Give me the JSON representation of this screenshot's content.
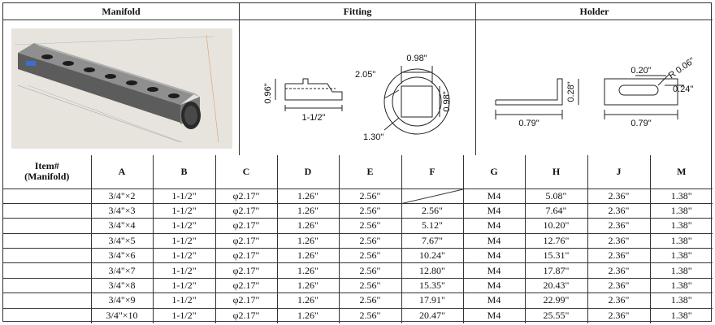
{
  "panels": {
    "manifold": {
      "title": "Manifold"
    },
    "fitting": {
      "title": "Fitting",
      "dims": {
        "height": "0.96\"",
        "length": "1-1/2\"",
        "outer": "2.05\"",
        "top": "0.98\"",
        "side": "0.98\"",
        "bottom": "1.30\""
      }
    },
    "holder": {
      "title": "Holder",
      "dims": {
        "height": "0.28\"",
        "length_left": "0.79\"",
        "slot": "0.20\"",
        "radius": "R 0.06\"",
        "slot_h": "0.24\"",
        "length_right": "0.79\""
      }
    }
  },
  "table": {
    "headers": [
      "Item#\n(Manifold)",
      "A",
      "B",
      "C",
      "D",
      "E",
      "F",
      "G",
      "H",
      "J",
      "M"
    ],
    "rows": [
      [
        "",
        "3/4\"×2",
        "1-1/2\"",
        "φ2.17\"",
        "1.26\"",
        "2.56\"",
        "",
        "M4",
        "5.08\"",
        "2.36\"",
        "1.38\""
      ],
      [
        "",
        "3/4\"×3",
        "1-1/2\"",
        "φ2.17\"",
        "1.26\"",
        "2.56\"",
        "2.56\"",
        "M4",
        "7.64\"",
        "2.36\"",
        "1.38\""
      ],
      [
        "",
        "3/4\"×4",
        "1-1/2\"",
        "φ2.17\"",
        "1.26\"",
        "2.56\"",
        "5.12\"",
        "M4",
        "10.20\"",
        "2.36\"",
        "1.38\""
      ],
      [
        "",
        "3/4\"×5",
        "1-1/2\"",
        "φ2.17\"",
        "1.26\"",
        "2.56\"",
        "7.67\"",
        "M4",
        "12.76\"",
        "2.36\"",
        "1.38\""
      ],
      [
        "",
        "3/4\"×6",
        "1-1/2\"",
        "φ2.17\"",
        "1.26\"",
        "2.56\"",
        "10.24\"",
        "M4",
        "15.31\"",
        "2.36\"",
        "1.38\""
      ],
      [
        "",
        "3/4\"×7",
        "1-1/2\"",
        "φ2.17\"",
        "1.26\"",
        "2.56\"",
        "12.80\"",
        "M4",
        "17.87\"",
        "2.36\"",
        "1.38\""
      ],
      [
        "",
        "3/4\"×8",
        "1-1/2\"",
        "φ2.17\"",
        "1.26\"",
        "2.56\"",
        "15.35\"",
        "M4",
        "20.43\"",
        "2.36\"",
        "1.38\""
      ],
      [
        "",
        "3/4\"×9",
        "1-1/2\"",
        "φ2.17\"",
        "1.26\"",
        "2.56\"",
        "17.91\"",
        "M4",
        "22.99\"",
        "2.36\"",
        "1.38\""
      ],
      [
        "",
        "3/4\"×10",
        "1-1/2\"",
        "φ2.17\"",
        "1.26\"",
        "2.56\"",
        "20.47\"",
        "M4",
        "25.55\"",
        "2.36\"",
        "1.38\""
      ]
    ]
  }
}
